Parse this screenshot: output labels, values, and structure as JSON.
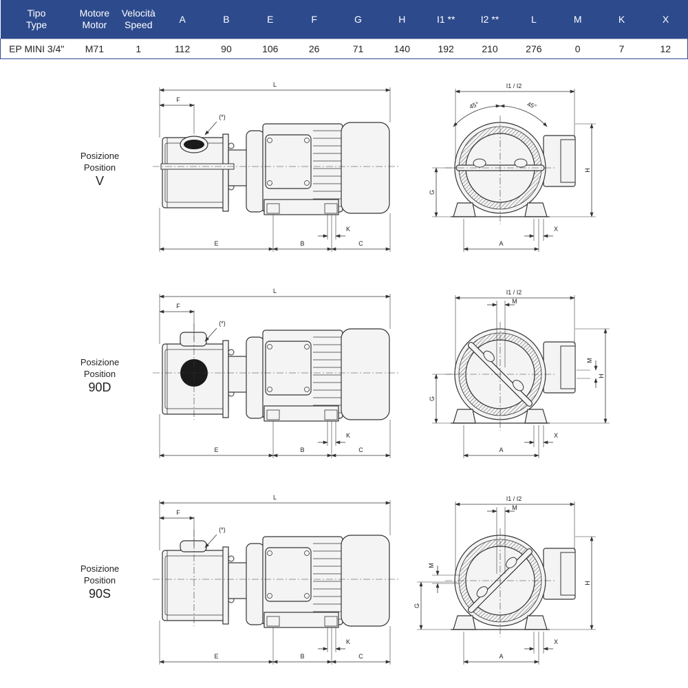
{
  "table": {
    "headers": [
      {
        "l1": "Tipo",
        "l2": "Type"
      },
      {
        "l1": "Motore",
        "l2": "Motor"
      },
      {
        "l1": "Velocità",
        "l2": "Speed"
      },
      {
        "l1": "A",
        "l2": ""
      },
      {
        "l1": "B",
        "l2": ""
      },
      {
        "l1": "E",
        "l2": ""
      },
      {
        "l1": "F",
        "l2": ""
      },
      {
        "l1": "G",
        "l2": ""
      },
      {
        "l1": "H",
        "l2": ""
      },
      {
        "l1": "I1 **",
        "l2": ""
      },
      {
        "l1": "I2 **",
        "l2": ""
      },
      {
        "l1": "L",
        "l2": ""
      },
      {
        "l1": "M",
        "l2": ""
      },
      {
        "l1": "K",
        "l2": ""
      },
      {
        "l1": "X",
        "l2": ""
      }
    ],
    "rows": [
      [
        "EP MINI 3/4\"",
        "M71",
        "1",
        "112",
        "90",
        "106",
        "26",
        "71",
        "140",
        "192",
        "210",
        "276",
        "0",
        "7",
        "12"
      ]
    ]
  },
  "positions": [
    {
      "l1": "Posizione",
      "l2": "Position",
      "code": "V"
    },
    {
      "l1": "Posizione",
      "l2": "Position",
      "code": "90D"
    },
    {
      "l1": "Posizione",
      "l2": "Position",
      "code": "90S"
    }
  ],
  "dimension_labels": {
    "L": "L",
    "F": "F",
    "E": "E",
    "B": "B",
    "C": "C",
    "K": "K",
    "A": "A",
    "X": "X",
    "G": "G",
    "H": "H",
    "M": "M",
    "I1I2": "I1 / I2",
    "note": "(*)",
    "angle": "45°"
  },
  "colors": {
    "header_bg": "#2d4a8d",
    "header_text": "#ffffff",
    "line": "#333333",
    "fill": "#f4f4f4"
  }
}
